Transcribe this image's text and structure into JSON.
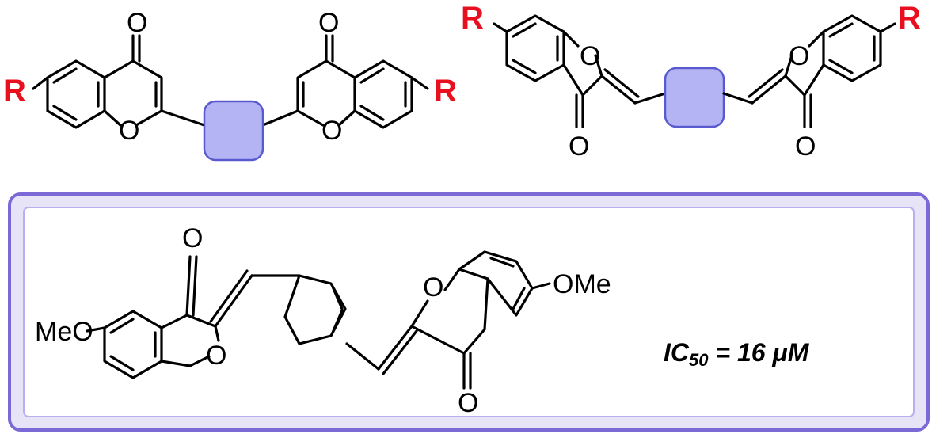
{
  "scaffolds": {
    "left": {
      "r_label_left": "R",
      "r_label_right": "R",
      "o_top_left": "O",
      "o_top_right": "O",
      "o_ring_left": "O",
      "o_ring_right": "O"
    },
    "right": {
      "r_label_left": "R",
      "r_label_right": "R",
      "o_ring_left": "O",
      "o_ring_right": "O",
      "o_carbonyl_left": "O",
      "o_carbonyl_right": "O"
    }
  },
  "compound": {
    "meo_left": "MeO",
    "ome_right": "OMe",
    "o_carbonyl_top": "O",
    "o_ring_left": "O",
    "o_ring_right": "O",
    "o_carbonyl_bottom": "O",
    "ic50_label": "IC",
    "ic50_sub": "50",
    "ic50_value": " = 16 μM"
  },
  "colors": {
    "r_group": "#e8101e",
    "spacer_fill": "#b4b4f4",
    "panel_border": "#7b6ad6",
    "panel_fill": "#e8e4f8"
  }
}
